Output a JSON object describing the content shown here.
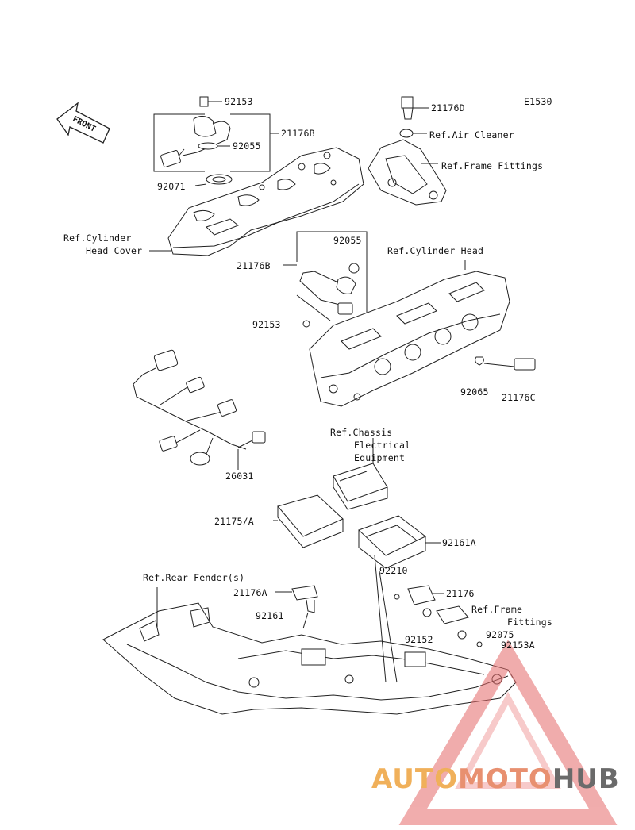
{
  "diagram_code": "E1530",
  "front_badge": "FRONT",
  "callouts": {
    "p92153_top": "92153",
    "p21176B_top": "21176B",
    "p92055_top": "92055",
    "p92071": "92071",
    "ref_cyl_head_cover_1": "Ref.Cylinder",
    "ref_cyl_head_cover_2": "Head Cover",
    "p21176D": "21176D",
    "ref_air_cleaner": "Ref.Air Cleaner",
    "ref_frame_fittings_top": "Ref.Frame Fittings",
    "p92055_mid": "92055",
    "ref_cylinder_head": "Ref.Cylinder Head",
    "p21176B_mid": "21176B",
    "p92153_mid": "92153",
    "p92065": "92065",
    "p21176C": "21176C",
    "p26031": "26031",
    "ref_chassis_1": "Ref.Chassis",
    "ref_chassis_2": "Electrical",
    "ref_chassis_3": "Equipment",
    "p21175A": "21175/A",
    "p92161A": "92161A",
    "p92210": "92210",
    "ref_rear_fender": "Ref.Rear Fender(s)",
    "p21176A": "21176A",
    "p21176": "21176",
    "p92161": "92161",
    "ref_frame_fittings_low_1": "Ref.Frame",
    "ref_frame_fittings_low_2": "Fittings",
    "p92152": "92152",
    "p92075": "92075",
    "p92153A": "92153A"
  },
  "watermark": {
    "part1": "AUTO",
    "part2": "MOTO",
    "part3": "HUB"
  }
}
